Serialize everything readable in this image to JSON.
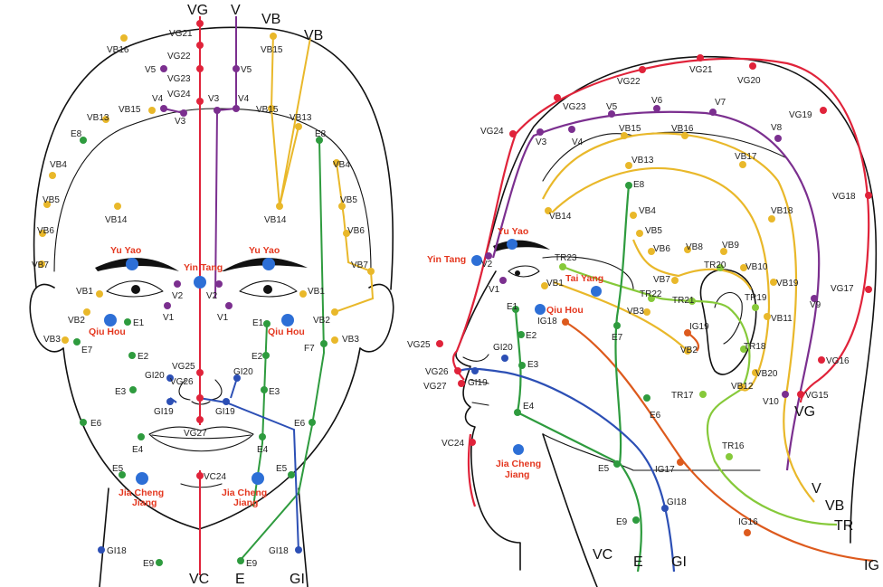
{
  "colors": {
    "VG": "#e0233a",
    "VC": "#e0233a",
    "V": "#7b2f8f",
    "VB": "#e9b82a",
    "E": "#2e9b3e",
    "GI": "#2c4fb5",
    "TR": "#86c93a",
    "IG": "#dd5a1d",
    "extra_points": "#2d6fd6",
    "extra_text": "#e4371f",
    "outline": "#111111"
  },
  "front": {
    "meridians": {
      "vg_top": "VG",
      "v_top": "V",
      "vb_top": "VB",
      "vb_top2": "VB",
      "vc_bottom": "VC",
      "e_bottom": "E",
      "gi_bottom": "GI"
    },
    "points": {
      "vg21": "VG21",
      "vg22": "VG22",
      "vg23": "VG23",
      "vg24": "VG24",
      "vg25": "VG25",
      "vg26": "VG26",
      "vg27": "VG27",
      "vc24": "VC24",
      "v5": "V5",
      "v4a": "V4",
      "v3a": "V3",
      "v3b": "V3",
      "v4b": "V4",
      "v5b": "V5",
      "v2a": "V2",
      "v2b": "V2",
      "v1a": "V1",
      "v1b": "V1",
      "vb16": "VB16",
      "vb15a": "VB15",
      "vb15b": "VB15",
      "vb15c": "VB15",
      "vb13a": "VB13",
      "vb13b": "VB13",
      "vb14a": "VB14",
      "vb14b": "VB14",
      "vb4a": "VB4",
      "vb4b": "VB4",
      "vb5a": "VB5",
      "vb5b": "VB5",
      "vb6a": "VB6",
      "vb6b": "VB6",
      "vb7a": "VB7",
      "vb7b": "VB7",
      "vb1a": "VB1",
      "vb1b": "VB1",
      "vb2a": "VB2",
      "vb2b": "VB2",
      "vb3a": "VB3",
      "vb3b": "VB3",
      "e8a": "E8",
      "e8b": "E8",
      "e1a": "E1",
      "e1b": "E1",
      "e2a": "E2",
      "e2b": "E2",
      "e3a": "E3",
      "e3b": "E3",
      "e4a": "E4",
      "e4b": "E4",
      "e5a": "E5",
      "e5b": "E5",
      "e6a": "E6",
      "e6b": "E6",
      "e7a": "E7",
      "e7b": "F7",
      "e9a": "E9",
      "e9b": "E9",
      "gi20a": "GI20",
      "gi20b": "GI20",
      "gi19a": "GI19",
      "gi19b": "GI19",
      "gi18a": "GI18",
      "gi18b": "GI18"
    },
    "extra": {
      "yu_yao_l": "Yu Yao",
      "yu_yao_r": "Yu Yao",
      "yin_tang": "Yin Tang",
      "qiu_hou_l": "Qiu Hou",
      "qiu_hou_r": "Qiu Hou",
      "jia_l1": "Jia Cheng",
      "jia_l2": "Jiang",
      "jia_r1": "Jia Cheng",
      "jia_r2": "Jiang"
    }
  },
  "side": {
    "meridians": {
      "vc": "VC",
      "e": "E",
      "gi": "GI",
      "v": "V",
      "vg": "VG",
      "vb": "VB",
      "tr": "TR",
      "ig": "IG"
    },
    "points": {
      "vg18": "VG18",
      "vg19": "VG19",
      "vg20": "VG20",
      "vg21": "VG21",
      "vg22": "VG22",
      "vg23": "VG23",
      "vg24": "VG24",
      "vg25": "VG25",
      "vg26": "VG26",
      "vg27": "VG27",
      "vg16": "VG16",
      "vg15": "VG15",
      "vg17": "VG17",
      "vc24": "VC24",
      "v1": "V1",
      "v2": "V2",
      "v3": "V3",
      "v4": "V4",
      "v5": "V5",
      "v6": "V6",
      "v7": "V7",
      "v8": "V8",
      "v9": "V9",
      "v10": "V10",
      "vb1": "VB1",
      "vb2": "VB2",
      "vb3": "VB3",
      "vb4": "VB4",
      "vb5": "VB5",
      "vb6": "VB6",
      "vb7": "VB7",
      "vb8": "VB8",
      "vb9": "VB9",
      "vb10": "VB10",
      "vb11": "VB11",
      "vb12": "VB12",
      "vb13": "VB13",
      "vb14": "VB14",
      "vb15": "VB15",
      "vb16": "VB16",
      "vb17": "VB17",
      "vb18": "VB18",
      "vb19": "VB19",
      "vb20": "VB20",
      "tr16": "TR16",
      "tr17": "TR17",
      "tr18": "TR18",
      "tr19": "TR19",
      "tr20": "TR20",
      "tr21": "TR21",
      "tr22": "TR22",
      "tr23": "TR23",
      "ig16": "IG16",
      "ig17": "IG17",
      "ig18": "IG18",
      "ig19": "IG19",
      "e1": "E1",
      "e2": "E2",
      "e3": "E3",
      "e4": "E4",
      "e5": "E5",
      "e6": "E6",
      "e7": "E7",
      "e8": "E8",
      "e9": "E9",
      "gi18": "GI18",
      "gi19": "GI19",
      "gi20": "GI20"
    },
    "extra": {
      "yu_yao": "Yu Yao",
      "yin_tang": "Yin Tang",
      "tai_yang": "Tai Yang",
      "qiu_hou": "Qiu Hou",
      "jia1": "Jia Cheng",
      "jia2": "Jiang"
    }
  }
}
